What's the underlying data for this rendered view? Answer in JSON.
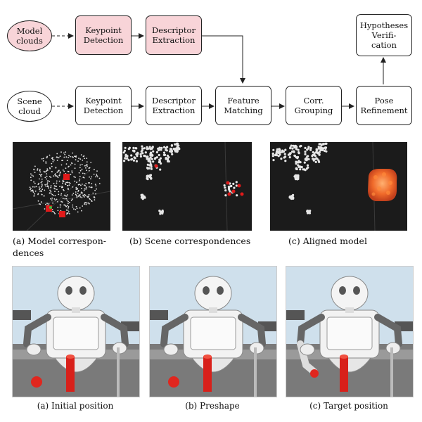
{
  "diagram": {
    "nodes": {
      "model_clouds": "Model\nclouds",
      "scene_cloud": "Scene\ncloud",
      "kp_model": "Keypoint\nDetection",
      "desc_model": "Descriptor\nExtraction",
      "kp_scene": "Keypoint\nDetection",
      "desc_scene": "Descriptor\nExtraction",
      "feature_matching": "Feature\nMatching",
      "corr_grouping": "Corr.\nGrouping",
      "pose_refinement": "Pose\nRefinement",
      "hypotheses": "Hypotheses\nVerifi-\ncation"
    },
    "colors": {
      "highlight": "#f8d4d8",
      "stroke": "#222222"
    }
  },
  "point_cloud_figure": {
    "captions": {
      "a": "(a)  Model  correspon-\ndences",
      "b": "(b)  Scene correspondences",
      "c": "(c)  Aligned model"
    }
  },
  "robot_figure": {
    "captions": {
      "a": "(a) Initial position",
      "b": "(b) Preshape",
      "c": "(c) Target position"
    }
  }
}
